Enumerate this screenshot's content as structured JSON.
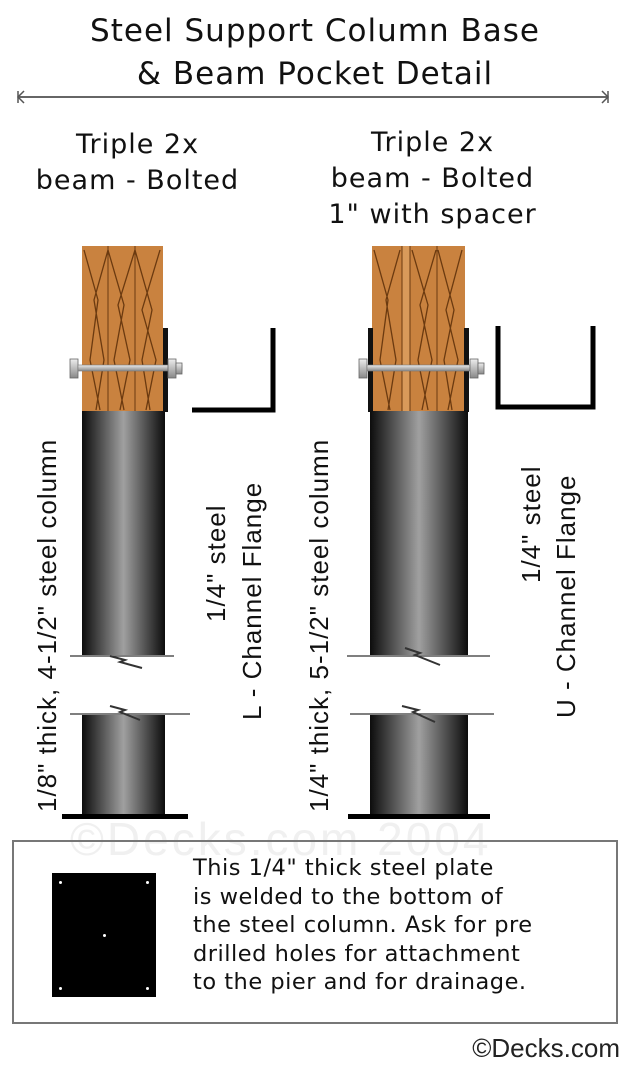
{
  "title": {
    "line1": "Steel Support Column Base",
    "line2": "& Beam Pocket Detail"
  },
  "watermark": "©Decks.com 2004",
  "left_detail": {
    "heading_line1": "Triple 2x",
    "heading_line2": "beam - Bolted",
    "column_label": "1/8\" thick, 4-1/2\" steel column",
    "flange_label_line1": "1/4\" steel",
    "flange_label_line2": "L - Channel Flange"
  },
  "right_detail": {
    "heading_line1": "Triple 2x",
    "heading_line2": "beam - Bolted",
    "heading_line3": "1\" with spacer",
    "column_label": "1/4\" thick, 5-1/2\" steel column",
    "flange_label_line1": "1/4\" steel",
    "flange_label_line2": "U - Channel Flange"
  },
  "note": {
    "line1": "This 1/4\" thick steel plate",
    "line2": "is welded to the bottom of",
    "line3": "the steel column. Ask for pre",
    "line4": "drilled holes for attachment",
    "line5": "to the pier and for drainage."
  },
  "copyright": "©Decks.com",
  "colors": {
    "wood": "#c9823f",
    "wood_grain": "#6b3a10",
    "steel_dark": "#111111",
    "steel_light": "#9a9a9a",
    "plate": "#000000"
  }
}
